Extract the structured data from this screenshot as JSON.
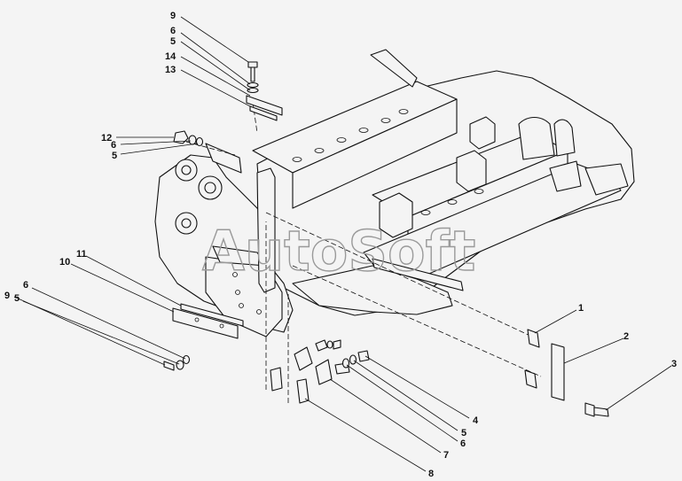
{
  "watermark": {
    "text": "AutoSoft"
  },
  "callouts": [
    {
      "id": "c9-top",
      "label": "9"
    },
    {
      "id": "c6-top",
      "label": "6"
    },
    {
      "id": "c5-top",
      "label": "5"
    },
    {
      "id": "c14",
      "label": "14"
    },
    {
      "id": "c13",
      "label": "13"
    },
    {
      "id": "c12",
      "label": "12"
    },
    {
      "id": "c6-mid",
      "label": "6"
    },
    {
      "id": "c5-mid",
      "label": "5"
    },
    {
      "id": "c11",
      "label": "11"
    },
    {
      "id": "c10",
      "label": "10"
    },
    {
      "id": "c6-left",
      "label": "6"
    },
    {
      "id": "c9-left",
      "label": "9"
    },
    {
      "id": "c5-left",
      "label": "5"
    },
    {
      "id": "c1",
      "label": "1"
    },
    {
      "id": "c2",
      "label": "2"
    },
    {
      "id": "c3",
      "label": "3"
    },
    {
      "id": "c4",
      "label": "4"
    },
    {
      "id": "c5-right",
      "label": "5"
    },
    {
      "id": "c6-right",
      "label": "6"
    },
    {
      "id": "c7",
      "label": "7"
    },
    {
      "id": "c8",
      "label": "8"
    }
  ]
}
